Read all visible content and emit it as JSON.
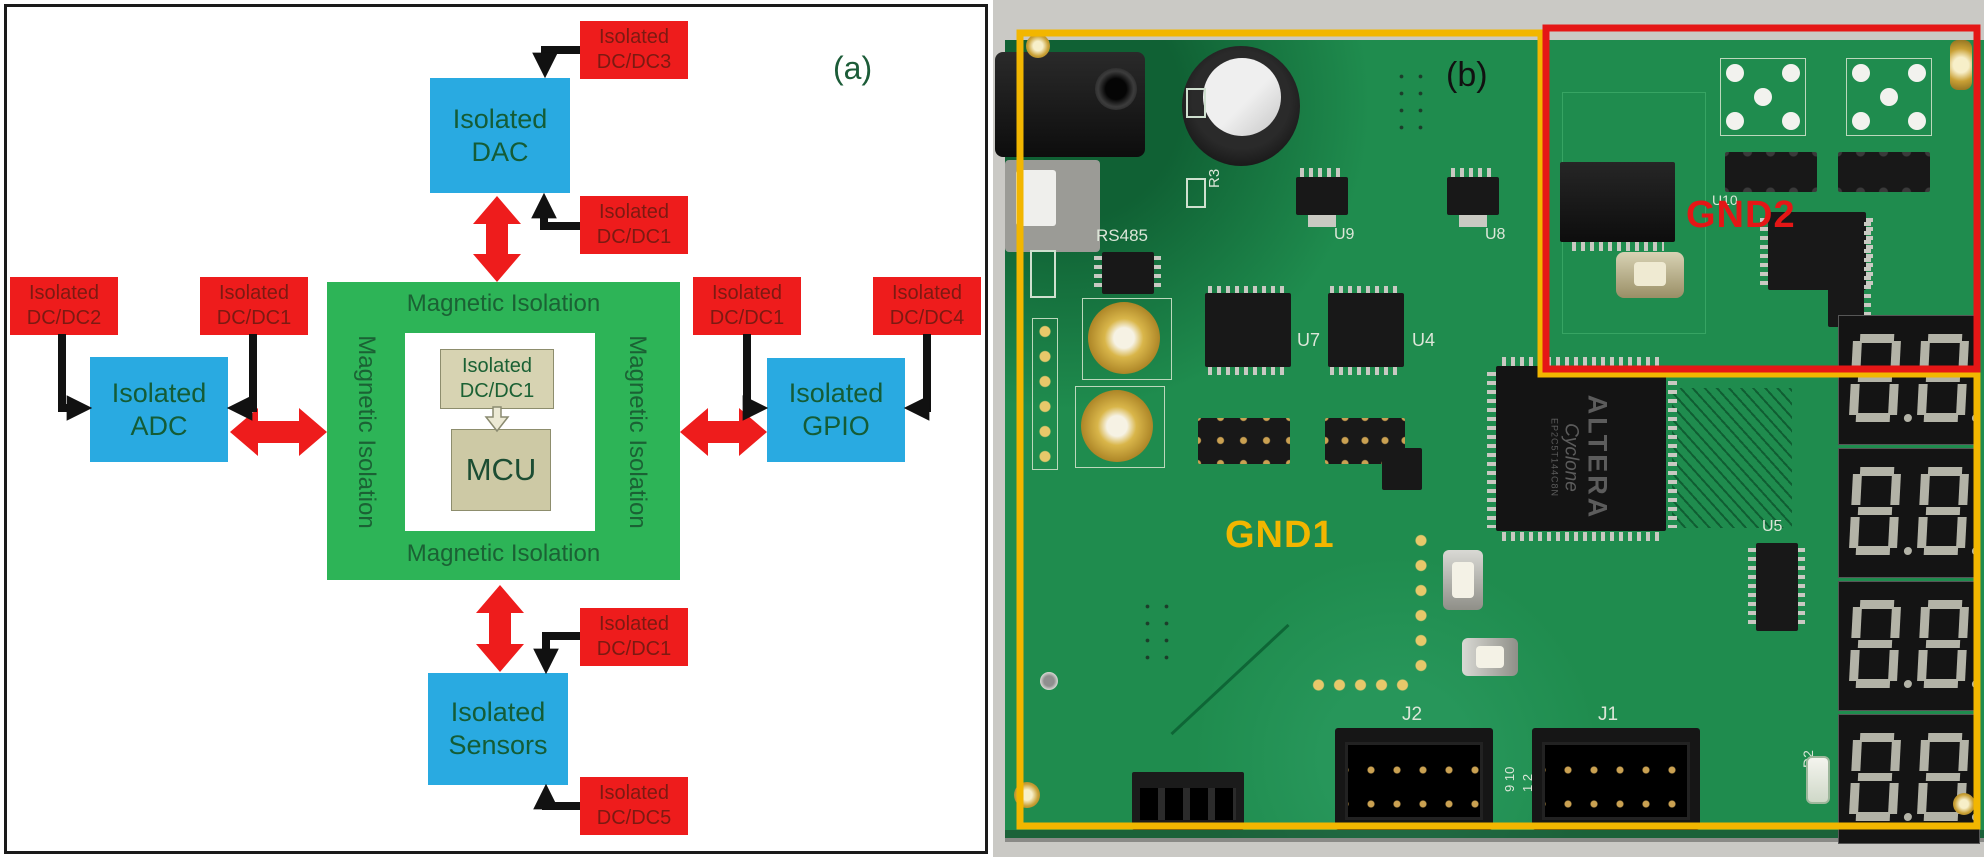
{
  "figure": {
    "panel_a_label": "(a)",
    "panel_b_label": "(b)"
  },
  "diagram": {
    "center_frame": {
      "isolation_top": "Magnetic Isolation",
      "isolation_bottom": "Magnetic Isolation",
      "isolation_left": "Magnetic Isolation",
      "isolation_right": "Magnetic Isolation",
      "mcu_supply": "Isolated DC/DC1",
      "mcu": "MCU"
    },
    "peripherals": {
      "dac": "Isolated DAC",
      "adc": "Isolated ADC",
      "gpio": "Isolated GPIO",
      "sensors": "Isolated Sensors"
    },
    "supplies": {
      "dac_dcdc3": "Isolated DC/DC3",
      "dac_dcdc1": "Isolated DC/DC1",
      "adc_dcdc2": "Isolated DC/DC2",
      "adc_dcdc1": "Isolated DC/DC1",
      "gpio_dcdc1": "Isolated DC/DC1",
      "gpio_dcdc4": "Isolated DC/DC4",
      "sensors_dcdc1": "Isolated DC/DC1",
      "sensors_dcdc5": "Isolated DC/DC5"
    },
    "colors": {
      "supply_box": "#ee1c1c",
      "peripheral_box": "#29aae1",
      "isolation_frame": "#2db457",
      "mcu_box": "#d7d3b2",
      "diagram_text": "#1b6134",
      "supply_text": "#7c1a12"
    }
  },
  "pcb": {
    "region_labels": {
      "gnd1": "GND1",
      "gnd2": "GND2"
    },
    "region_colors": {
      "gnd1": "#f2b600",
      "gnd2": "#e51616"
    },
    "silkscreen": {
      "rs485": "RS485",
      "r3": "R3",
      "u9": "U9",
      "u8": "U8",
      "u7": "U7",
      "u4": "U4",
      "u5": "U5",
      "u10": "U10",
      "j1": "J1",
      "j2": "J2",
      "d2": "D2",
      "pin_row_top": "9 10",
      "pin_row_bottom": "1 2"
    },
    "fpga": {
      "brand": "ALTERA",
      "family": "Cyclone",
      "part_number": "EP2C5T144C8N"
    },
    "seven_segment": {
      "modules": 4,
      "digits_per_module": 2,
      "segments_off_pattern": "8.8."
    }
  }
}
